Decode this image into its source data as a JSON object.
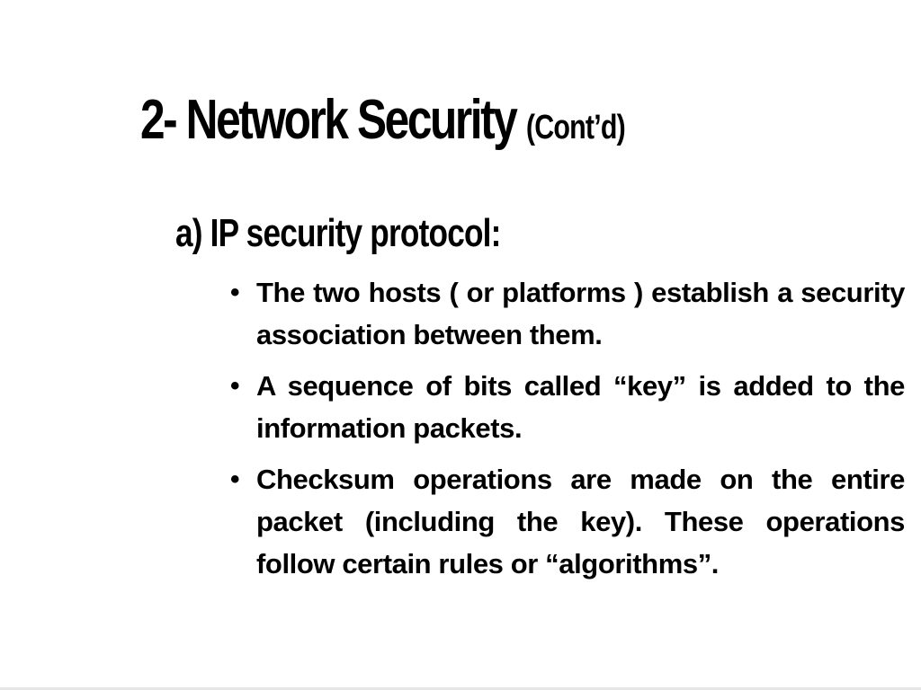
{
  "slide": {
    "title": {
      "main": "2- Network Security",
      "suffix": "(Cont’d)"
    },
    "subheading": "a) IP security protocol:",
    "bullets": [
      {
        "mark": "•",
        "text": "The two hosts ( or platforms ) establish a security association between them."
      },
      {
        "mark": "•",
        "text": "A sequence of bits called “key” is added to the information packets."
      },
      {
        "mark": "•",
        "text": "Checksum operations are made on the entire packet (including the key). These operations follow certain rules or “algorithms”."
      }
    ]
  }
}
